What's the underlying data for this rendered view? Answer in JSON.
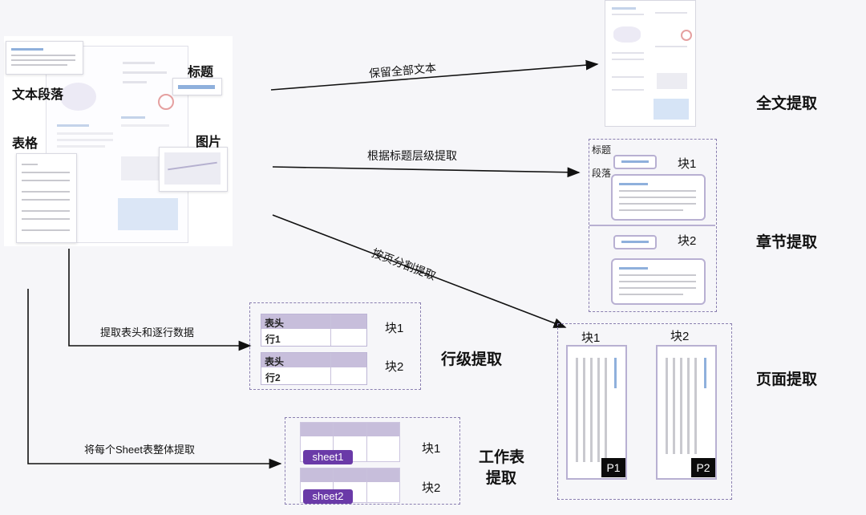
{
  "source_labels": {
    "text_paragraph": "文本段落",
    "heading": "标题",
    "table": "表格",
    "image": "图片"
  },
  "arrows": {
    "keep_all_text": "保留全部文本",
    "by_heading_level": "根据标题层级提取",
    "by_page": "按页分割提取",
    "header_rows": "提取表头和逐行数据",
    "each_sheet": "将每个Sheet表整体提取"
  },
  "modes": {
    "full_text": "全文提取",
    "chapter": "章节提取",
    "page": "页面提取",
    "row": "行级提取",
    "sheet_line1": "工作表",
    "sheet_line2": "提取"
  },
  "chapter_box": {
    "heading_label": "标题",
    "paragraph_label": "段落",
    "block1": "块1",
    "block2": "块2"
  },
  "row_box": {
    "header1": "表头",
    "row1": "行1",
    "header2": "表头",
    "row2": "行2",
    "block1": "块1",
    "block2": "块2"
  },
  "sheet_box": {
    "sheet1": "sheet1",
    "sheet2": "sheet2",
    "block1": "块1",
    "block2": "块2"
  },
  "page_box": {
    "block1": "块1",
    "block2": "块2",
    "p1": "P1",
    "p2": "P2"
  }
}
